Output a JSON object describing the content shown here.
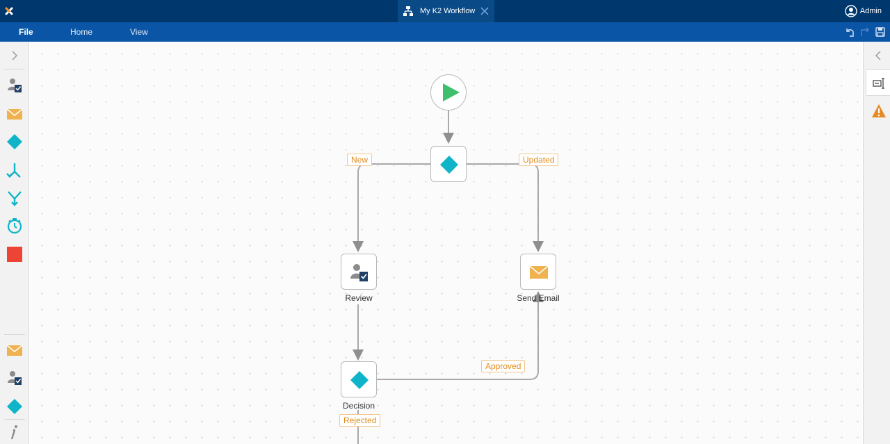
{
  "app": {
    "logo_icon": "k2-logo-icon",
    "document_tab": {
      "title": "My K2 Workflow",
      "icon": "workflow-icon"
    },
    "user": {
      "name": "Admin",
      "icon": "user-circle-icon"
    }
  },
  "menu": {
    "items": [
      "File",
      "Home",
      "View"
    ],
    "tools": [
      "undo-icon",
      "redo-icon",
      "save-icon"
    ]
  },
  "toolbox": {
    "top_tools": [
      "user-task-icon",
      "email-icon",
      "decision-icon",
      "split-icon",
      "merge-icon",
      "timer-icon",
      "end-icon"
    ],
    "bottom_tools": [
      "email-icon",
      "user-task-icon",
      "decision-icon",
      "info-icon"
    ]
  },
  "workflow": {
    "nodes": [
      {
        "id": "start",
        "type": "start"
      },
      {
        "id": "decision-1",
        "type": "decision",
        "caption": ""
      },
      {
        "id": "review",
        "type": "user-task",
        "caption": "Review"
      },
      {
        "id": "send-email",
        "type": "email",
        "caption": "Send Email"
      },
      {
        "id": "decision-2",
        "type": "decision",
        "caption": "Decision"
      }
    ],
    "line_labels": {
      "new": "New",
      "updated": "Updated",
      "approved": "Approved",
      "rejected": "Rejected"
    }
  },
  "colors": {
    "titlebar": "#00376d",
    "menubar": "#0a55a6",
    "decision": "#0fb4c8",
    "start": "#3fbf6e",
    "email": "#efb24f",
    "end": "#ee4436",
    "label": "#e08c1c"
  }
}
